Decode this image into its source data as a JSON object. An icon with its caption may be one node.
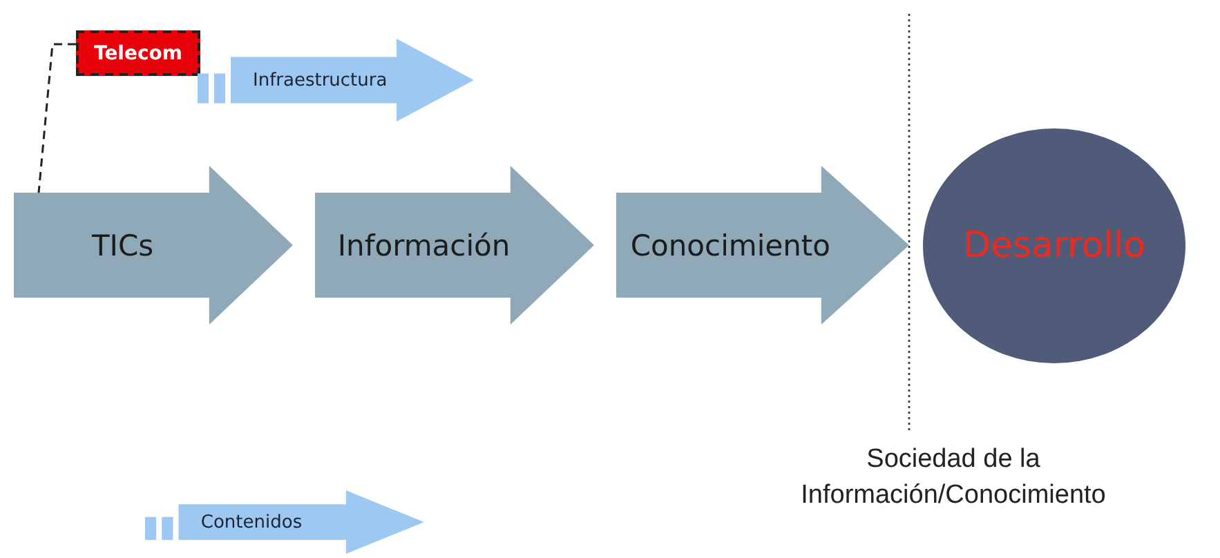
{
  "diagram": {
    "nodes": [
      {
        "text": [
          "Telecom"
        ]
      },
      {
        "text": [
          "Infraestructura"
        ]
      },
      {
        "text": [
          "TICs"
        ]
      },
      {
        "text": [
          "Información"
        ]
      },
      {
        "text": [
          "Conocimiento"
        ]
      },
      {
        "text": [
          "Desarrollo"
        ]
      },
      {
        "text": [
          "Contenidos"
        ]
      }
    ],
    "edges": [
      {
        "from": 0,
        "to": 2,
        "arrow": "none",
        "style": "dashed"
      }
    ],
    "labels": [
      "Sociedad de la Información/Conocimiento"
    ]
  }
}
